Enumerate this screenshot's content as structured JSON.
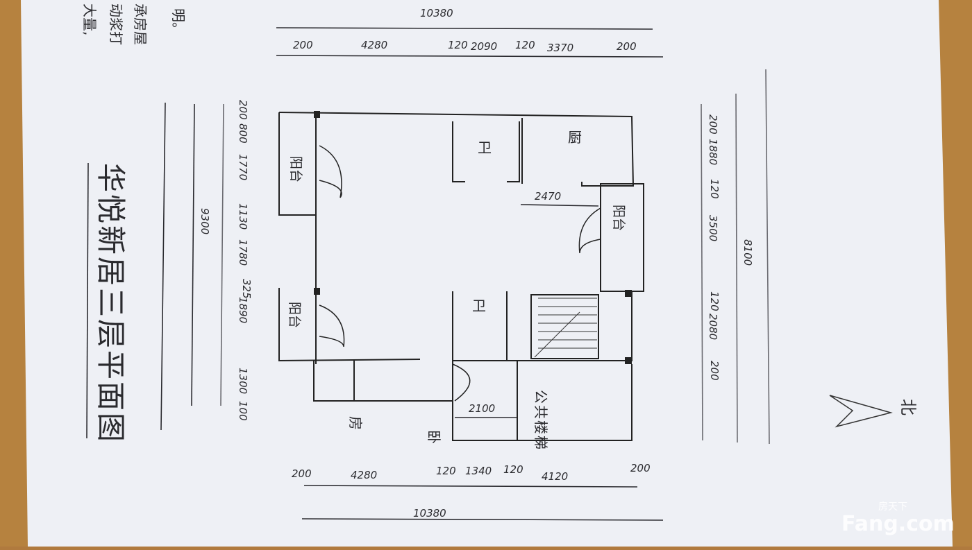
{
  "title": "华悦新居三层平面图",
  "notes": [
    "明。",
    "承房屋",
    "动浆打",
    "大量,"
  ],
  "north_label": "北",
  "watermark": {
    "cn": "房天下",
    "en": "Fang.com"
  },
  "rooms": {
    "balcony_top_left": "阳台",
    "balcony_bottom_left": "阳台",
    "balcony_right": "阳台",
    "bathroom_top": "卫",
    "bathroom_middle": "卫",
    "kitchen": "厨",
    "stairs": "公共楼梯",
    "bedroom_a": "卧",
    "bedroom_b": "房"
  },
  "dims": {
    "top_total": "10380",
    "top": [
      "200",
      "4280",
      "120",
      "2090",
      "120",
      "3370",
      "200"
    ],
    "bottom": [
      "200",
      "4280",
      "120",
      "1340",
      "120",
      "4120",
      "200"
    ],
    "bottom_total": "10380",
    "left": [
      "200",
      "800",
      "1770",
      "1130",
      "1780",
      "325",
      "1890",
      "1300",
      "100"
    ],
    "left_total": "9300",
    "right": [
      "200",
      "1880",
      "120",
      "3500",
      "120",
      "2080",
      "200"
    ],
    "right_total": "8100",
    "inner_kitchen": "2470",
    "inner_bottom": "2100"
  }
}
